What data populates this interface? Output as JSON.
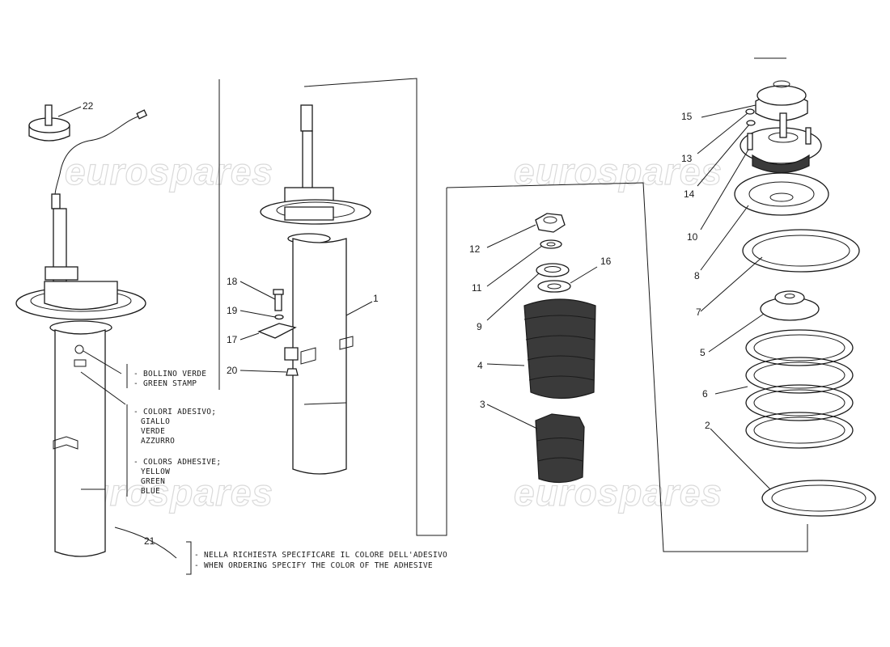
{
  "watermark": "eurospares",
  "callouts": {
    "c1": "1",
    "c2": "2",
    "c3": "3",
    "c4": "4",
    "c5": "5",
    "c6": "6",
    "c7": "7",
    "c8": "8",
    "c9": "9",
    "c10": "10",
    "c11": "11",
    "c12": "12",
    "c13": "13",
    "c14": "14",
    "c15": "15",
    "c16": "16",
    "c17": "17",
    "c18": "18",
    "c19": "19",
    "c20": "20",
    "c21": "21",
    "c22": "22"
  },
  "notes": {
    "stamp": [
      "- BOLLINO VERDE",
      "- GREEN STAMP"
    ],
    "colors_it": [
      "- COLORI ADESIVO;",
      "GIALLO",
      "VERDE",
      "AZZURRO"
    ],
    "colors_en": [
      "- COLORS ADHESIVE;",
      "YELLOW",
      "GREEN",
      "BLUE"
    ],
    "ordering": [
      "- NELLA RICHIESTA SPECIFICARE IL COLORE DELL'ADESIVO",
      "- WHEN ORDERING SPECIFY THE COLOR OF THE ADHESIVE"
    ]
  }
}
